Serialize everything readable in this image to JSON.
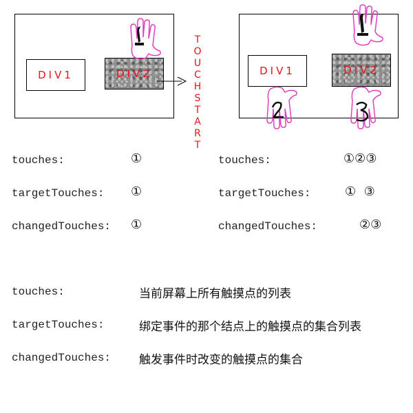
{
  "diagram": {
    "left_screen": {
      "div1_label": "DIV1",
      "div2_label": "DIV2"
    },
    "right_screen": {
      "div1_label": "DIV1",
      "div2_label": "DIV2"
    },
    "event_label": "TOUCHSTART",
    "finger_labels": [
      "1",
      "2",
      "3"
    ]
  },
  "comparison": {
    "left": [
      {
        "name": "touches:",
        "value": "①"
      },
      {
        "name": "targetTouches:",
        "value": "①"
      },
      {
        "name": "changedTouches:",
        "value": "①"
      }
    ],
    "right": [
      {
        "name": "touches:",
        "value": "①②③"
      },
      {
        "name": "targetTouches:",
        "value": "①  ③"
      },
      {
        "name": "changedTouches:",
        "value": "②③"
      }
    ]
  },
  "definitions": [
    {
      "name": "touches:",
      "desc": "当前屏幕上所有触摸点的列表"
    },
    {
      "name": "targetTouches:",
      "desc": "绑定事件的那个结点上的触摸点的集合列表"
    },
    {
      "name": "changedTouches:",
      "desc": "触发事件时改变的触摸点的集合"
    }
  ],
  "colors": {
    "label_red": "#e8141c",
    "hand_outline": "#e040c0"
  }
}
